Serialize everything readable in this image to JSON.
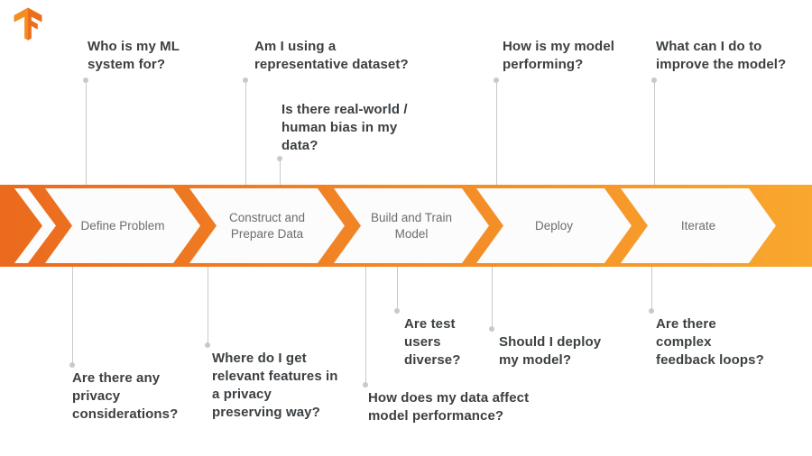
{
  "colors": {
    "band_gradient_left": "#EB6A1E",
    "band_gradient_right": "#F9A72E",
    "arrow_fill": "#FCFCFC",
    "question_text": "#3C4043",
    "stage_text": "#6D6D6D",
    "connector": "#C9C9C9",
    "logo_orange_light": "#F28D1E",
    "logo_orange_dark": "#EC6E1C"
  },
  "logo": {
    "icon": "tensorflow-logo"
  },
  "stages": [
    {
      "label": "Define Problem"
    },
    {
      "label": "Construct and Prepare Data"
    },
    {
      "label": "Build and Train Model"
    },
    {
      "label": "Deploy"
    },
    {
      "label": "Iterate"
    }
  ],
  "questions": {
    "top": [
      {
        "text": "Who is my ML system for?"
      },
      {
        "text": "Am I using a representative dataset?"
      },
      {
        "text": "Is there real-world / human bias in my data?"
      },
      {
        "text": "How is my model performing?"
      },
      {
        "text": "What can I do to improve the model?"
      }
    ],
    "bottom": [
      {
        "text": "Are there any privacy considerations?"
      },
      {
        "text": "Where do I get relevant features in a privacy preserving way?"
      },
      {
        "text": "How does my data affect model performance?"
      },
      {
        "text": "Are test users diverse?"
      },
      {
        "text": "Should I deploy my model?"
      },
      {
        "text": "Are there complex feedback loops?"
      }
    ]
  }
}
